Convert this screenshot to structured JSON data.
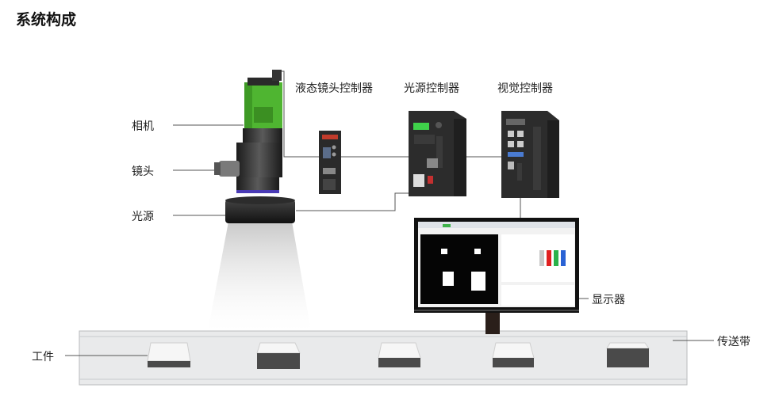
{
  "title": "系统构成",
  "labels": {
    "camera": "相机",
    "lens": "镜头",
    "light_source": "光源",
    "liquid_lens_controller": "液态镜头控制器",
    "light_controller": "光源控制器",
    "vision_controller": "视觉控制器",
    "display": "显示器",
    "workpiece": "工件",
    "conveyor": "传送带"
  },
  "colors": {
    "camera_green": "#4fb531",
    "conveyor_fill": "#e9eaeb",
    "workpiece_dark": "#4a4a4a",
    "status_led_green": "#3fd24a"
  }
}
